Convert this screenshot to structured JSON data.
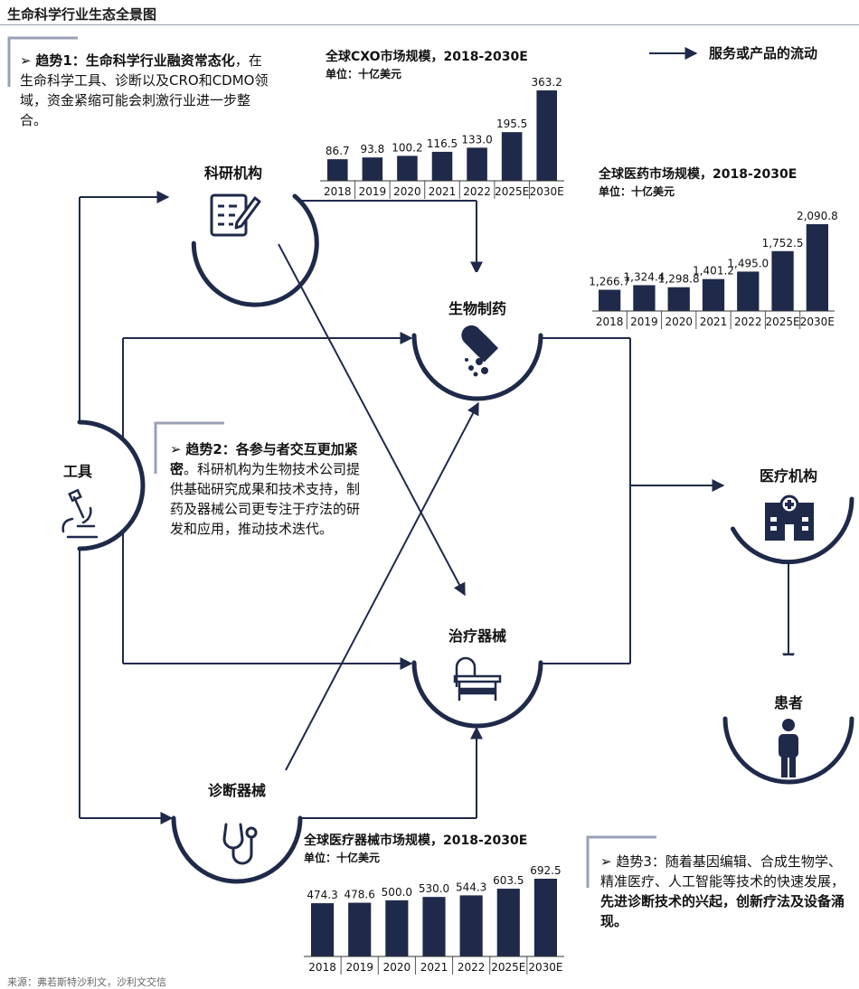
{
  "title": "生命科学行业生态全景图",
  "legend": {
    "label": "服务或产品的流动"
  },
  "nodes": {
    "research": "科研机构",
    "tools": "工具",
    "biopharma": "生物制药",
    "therapy_devices": "治疗器械",
    "diagnostics": "诊断器械",
    "medical_institutions": "医疗机构",
    "patients": "患者"
  },
  "trends": {
    "t1": {
      "bold": "趋势1：生命科学行业融资常态化",
      "rest": "，在生命科学工具、诊断以及CRO和CDMO领域，资金紧缩可能会刺激行业进一步整合。"
    },
    "t2": {
      "bold": "趋势2：各参与者交互更加紧密",
      "rest": "。科研机构为生物技术公司提供基础研究成果和技术支持，制药及器械公司更专注于疗法的研发和应用，推动技术迭代。"
    },
    "t3": {
      "lead": "趋势3：随着基因编辑、合成生物学、精准医疗、人工智能等技术的快速发展，",
      "bold": "先进诊断技术的兴起，创新疗法及设备涌现。"
    }
  },
  "source": "来源：弗若斯特沙利文，沙利文交信",
  "chart_data": [
    {
      "id": "cxo",
      "type": "bar",
      "title": "全球CXO市场规模，2018-2030E",
      "unit": "单位：十亿美元",
      "categories": [
        "2018",
        "2019",
        "2020",
        "2021",
        "2022",
        "2025E",
        "2030E"
      ],
      "values": [
        86.7,
        93.8,
        100.2,
        116.5,
        133.0,
        195.5,
        363.2
      ],
      "value_labels": [
        "86.7",
        "93.8",
        "100.2",
        "116.5",
        "133.0",
        "195.5",
        "363.2"
      ],
      "color": "#1f2a4a"
    },
    {
      "id": "pharma",
      "type": "bar",
      "title": "全球医药市场规模，2018-2030E",
      "unit": "单位：十亿美元",
      "categories": [
        "2018",
        "2019",
        "2020",
        "2021",
        "2022",
        "2025E",
        "2030E"
      ],
      "values": [
        1266.7,
        1324.4,
        1298.8,
        1401.2,
        1495.0,
        1752.5,
        2090.8
      ],
      "value_labels": [
        "1,266.7",
        "1,324.4",
        "1,298.8",
        "1,401.2",
        "1,495.0",
        "1,752.5",
        "2,090.8"
      ],
      "color": "#1f2a4a"
    },
    {
      "id": "devices",
      "type": "bar",
      "title": "全球医疗器械市场规模，2018-2030E",
      "unit": "单位：十亿美元",
      "categories": [
        "2018",
        "2019",
        "2020",
        "2021",
        "2022",
        "2025E",
        "2030E"
      ],
      "values": [
        474.3,
        478.6,
        500.0,
        530.0,
        544.3,
        603.5,
        692.5
      ],
      "value_labels": [
        "474.3",
        "478.6",
        "500.0",
        "530.0",
        "544.3",
        "603.5",
        "692.5"
      ],
      "color": "#1f2a4a"
    }
  ]
}
